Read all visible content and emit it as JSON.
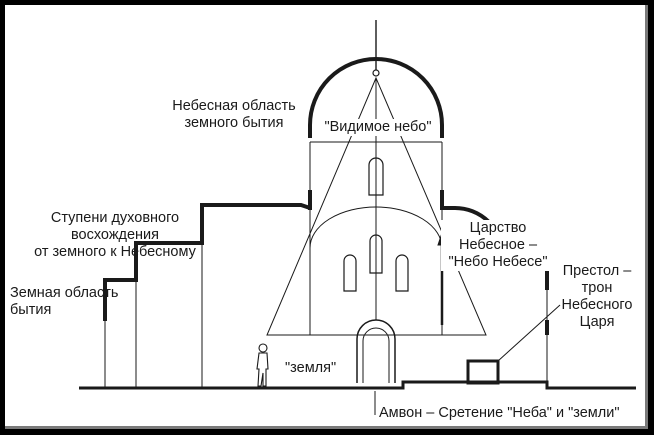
{
  "labels": {
    "heavenly_region": [
      "Небесная область",
      "земного бытия"
    ],
    "visible_sky": "\"Видимое небо\"",
    "steps": [
      "Ступени духовного",
      "восхождения",
      "от земного к Небесному"
    ],
    "earthly_region": [
      "Земная область",
      "бытия"
    ],
    "kingdom": [
      "Царство",
      "Небесное –",
      "\"Небо Небесе\""
    ],
    "throne": [
      "Престол –",
      "трон",
      "Небесного",
      "Царя"
    ],
    "earth": "\"земля\"",
    "ambo": "Амвон – Сретение \"Неба\" и \"земли\""
  },
  "colors": {
    "frame": "#000000",
    "line": "#1a1a1a",
    "thin_line": "#333333",
    "background": "#ffffff"
  }
}
